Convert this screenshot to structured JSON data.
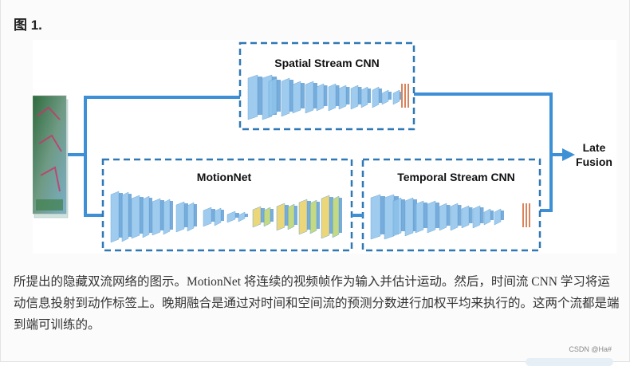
{
  "figure_label": "图 1.",
  "diagram": {
    "spatial_label": "Spatial Stream CNN",
    "motionnet_label": "MotionNet",
    "temporal_label": "Temporal Stream CNN",
    "fusion_label_line1": "Late",
    "fusion_label_line2": "Fusion"
  },
  "caption": "所提出的隐藏双流网络的图示。MotionNet 将连续的视频帧作为输入并估计运动。然后，时间流 CNN 学习将运动信息投射到动作标签上。晚期融合是通过对时间和空间流的预测分数进行加权平均来执行的。这两个流都是端到端可训练的。",
  "watermark": "CSDN @Ha#",
  "colors": {
    "arrow": "#3d8fd6",
    "dashed_box": "#2f78b5",
    "layer_blue": "#8fc4ec",
    "layer_blue_dark": "#4a90cf",
    "layer_yellow": "#e8cf62",
    "fc_orange": "#d9835c"
  }
}
